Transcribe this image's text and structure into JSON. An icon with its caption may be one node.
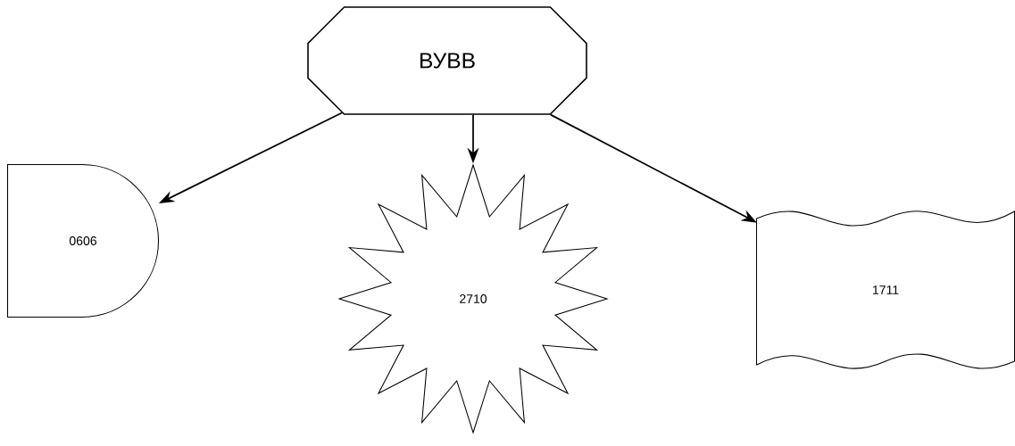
{
  "diagram": {
    "nodes": [
      {
        "text": [
          "ВУВВ"
        ]
      },
      {
        "text": [
          "0606"
        ]
      },
      {
        "text": [
          "2710"
        ]
      },
      {
        "text": [
          "1711"
        ]
      }
    ],
    "edges": [
      {
        "from": 0,
        "to": 1,
        "arrow": "to"
      },
      {
        "from": 0,
        "to": 2,
        "arrow": "to"
      },
      {
        "from": 0,
        "to": 3,
        "arrow": "to"
      }
    ]
  }
}
